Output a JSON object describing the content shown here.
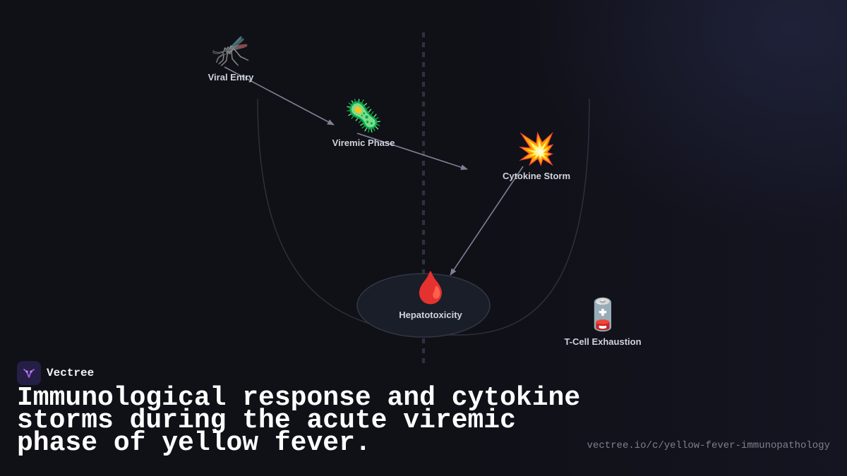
{
  "diagram": {
    "nodes": [
      {
        "id": "viral-entry",
        "label": "Viral Entry",
        "icon": "mosquito-icon",
        "glyph": "🦟"
      },
      {
        "id": "viremic-phase",
        "label": "Viremic Phase",
        "icon": "microbe-icon",
        "glyph": "🦠"
      },
      {
        "id": "cytokine-storm",
        "label": "Cytokine Storm",
        "icon": "collision-icon",
        "glyph": "💥"
      },
      {
        "id": "hepatotoxicity",
        "label": "Hepatotoxicity",
        "icon": "blood-drop-icon",
        "glyph": "🩸"
      },
      {
        "id": "t-cell-exhaustion",
        "label": "T-Cell Exhaustion",
        "icon": "low-battery-icon",
        "glyph": "🪫"
      }
    ],
    "edges": [
      {
        "from": "viral-entry",
        "to": "viremic-phase"
      },
      {
        "from": "viremic-phase",
        "to": "cytokine-storm"
      },
      {
        "from": "cytokine-storm",
        "to": "hepatotoxicity"
      }
    ],
    "colors": {
      "arrow": "#7a8294",
      "curve": "#2e3039",
      "divider": "#2c3340",
      "basin": "#1a1e28"
    }
  },
  "brand": {
    "name": "Vectree",
    "logo_color": "#a35be0"
  },
  "headline": "Immunological response and cytokine storms during the acute viremic phase of yellow fever.",
  "url": "vectree.io/c/yellow-fever-immunopathology"
}
